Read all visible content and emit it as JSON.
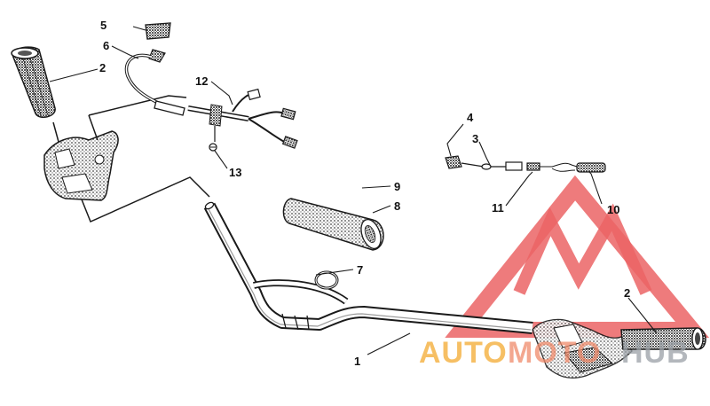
{
  "callouts": [
    {
      "id": "1",
      "text": "1"
    },
    {
      "id": "2a",
      "text": "2"
    },
    {
      "id": "2b",
      "text": "2"
    },
    {
      "id": "3",
      "text": "3"
    },
    {
      "id": "4",
      "text": "4"
    },
    {
      "id": "5",
      "text": "5"
    },
    {
      "id": "6",
      "text": "6"
    },
    {
      "id": "7",
      "text": "7"
    },
    {
      "id": "8",
      "text": "8"
    },
    {
      "id": "9",
      "text": "9"
    },
    {
      "id": "10",
      "text": "10"
    },
    {
      "id": "11",
      "text": "11"
    },
    {
      "id": "12",
      "text": "12"
    },
    {
      "id": "13",
      "text": "13"
    }
  ],
  "watermark": {
    "part1": "AUTO",
    "part2": "MOTO",
    "part3": "HUB",
    "colors": {
      "triangle": "#e8494a",
      "auto": "#f5b54a",
      "moto": "#f08a6a",
      "hub": "#9aa0a6"
    }
  },
  "colors": {
    "line": "#1a1a1a",
    "background": "#ffffff"
  }
}
